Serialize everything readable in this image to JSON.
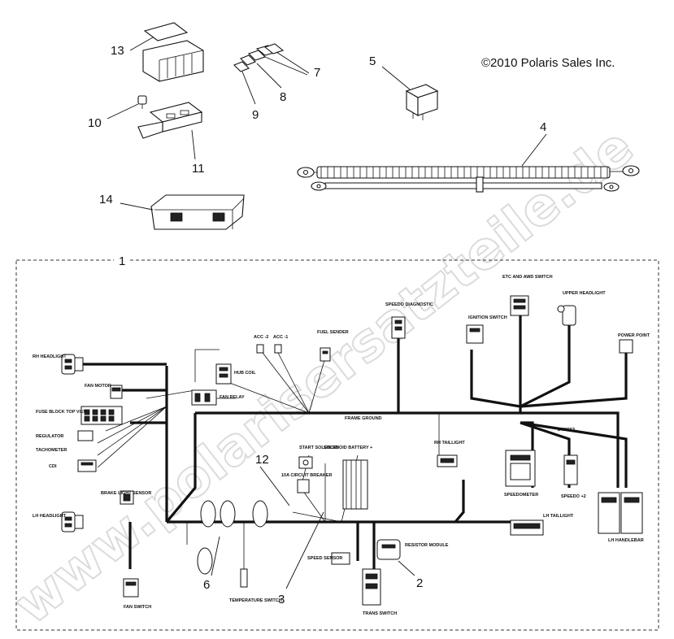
{
  "copyright": "©2010 Polaris Sales Inc.",
  "watermark": "www.polarisersatzteile.de",
  "callouts": [
    "1",
    "2",
    "3",
    "4",
    "5",
    "6",
    "7",
    "8",
    "9",
    "10",
    "11",
    "12",
    "13",
    "14"
  ],
  "labels": {
    "rh_headlight": "RH HEADLIGHT",
    "fan_motor": "FAN MOTOR",
    "fuse_block": "FUSE BLOCK TOP VIEW",
    "regulator": "REGULATOR",
    "tachometer": "TACHOMETER",
    "cdi": "CDI",
    "hub_coil": "HUB COIL",
    "fan_relay": "FAN RELAY",
    "acc2": "ACC -2",
    "acc1": "ACC -1",
    "fuel_sender": "FUEL SENDER",
    "speedo_diag": "SPEEDO DIAGNOSTIC",
    "etc_awd": "ETC AND AWD SWITCH",
    "upper_headlight": "UPPER HEADLIGHT",
    "ignition_switch": "IGNITION SWITCH",
    "power_point": "POWER POINT",
    "frame_ground": "FRAME GROUND",
    "start_solenoid": "START SOLENOID",
    "solenoid_battery": "SOLENOID BATTERY +",
    "rh_taillight": "RH TAILLIGHT",
    "speedometer": "SPEEDOMETER",
    "speedo2": "SPEEDO +2",
    "brake_light_sensor": "BRAKE LIGHT SENSOR",
    "circuit_breaker": "10A CIRCUIT BREAKER",
    "lh_headlight": "LH HEADLIGHT",
    "lh_taillight": "LH TAILLIGHT",
    "lh_handlebar": "LH HANDLEBAR",
    "fan_switch": "FAN SWITCH",
    "temperature_switch": "TEMPERATURE SWITCH",
    "speed_sensor": "SPEED SENSOR",
    "resistor_module": "RESISTOR MODULE",
    "trans_switch": "TRANS SWITCH",
    "part_number": "2411553"
  }
}
